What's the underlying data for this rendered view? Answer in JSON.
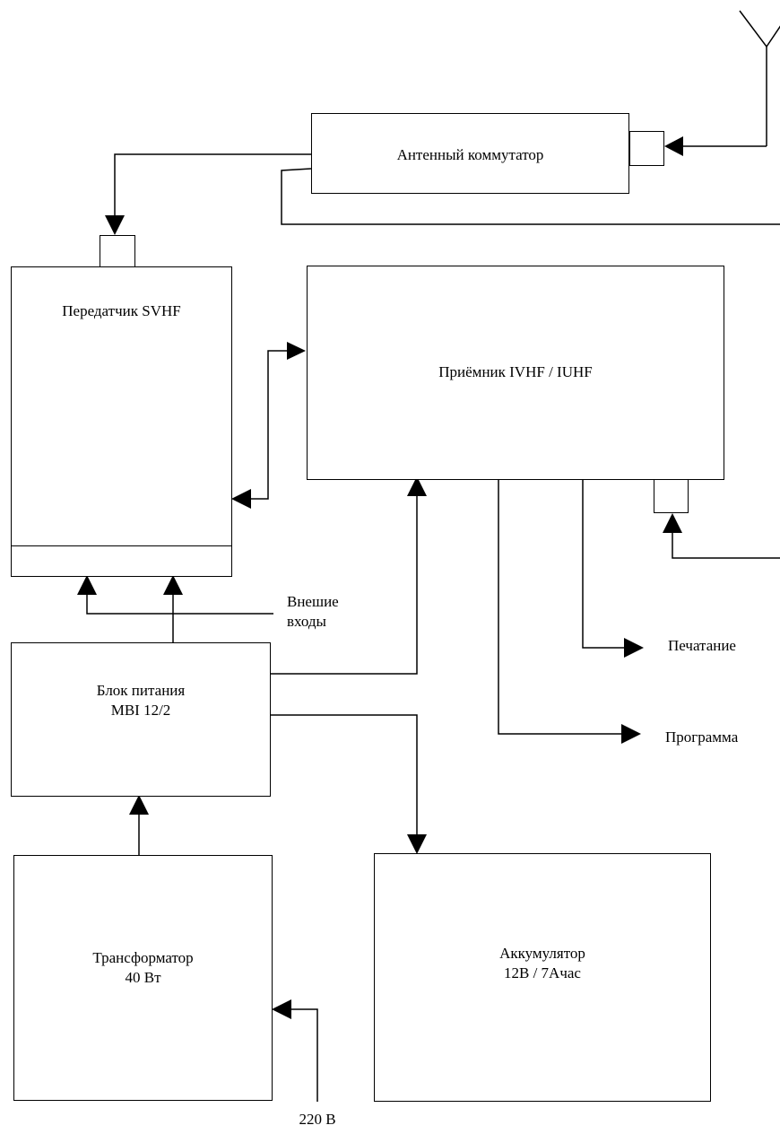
{
  "blocks": {
    "antenna_switch": "Антенный коммутатор",
    "transmitter": "Передатчик SVHF",
    "receiver": "Приёмник IVHF / IUHF",
    "power_supply": "Блок питания\nMBI 12/2",
    "transformer": "Трансформатор\n40 Вт",
    "battery": "Аккумулятор\n12В / 7Ачас"
  },
  "io": {
    "external_inputs": "Внешие\nвходы",
    "printing": "Печатание",
    "program": "Программа",
    "mains": "220 В"
  },
  "colors": {
    "line": "#000000",
    "background": "#ffffff"
  }
}
